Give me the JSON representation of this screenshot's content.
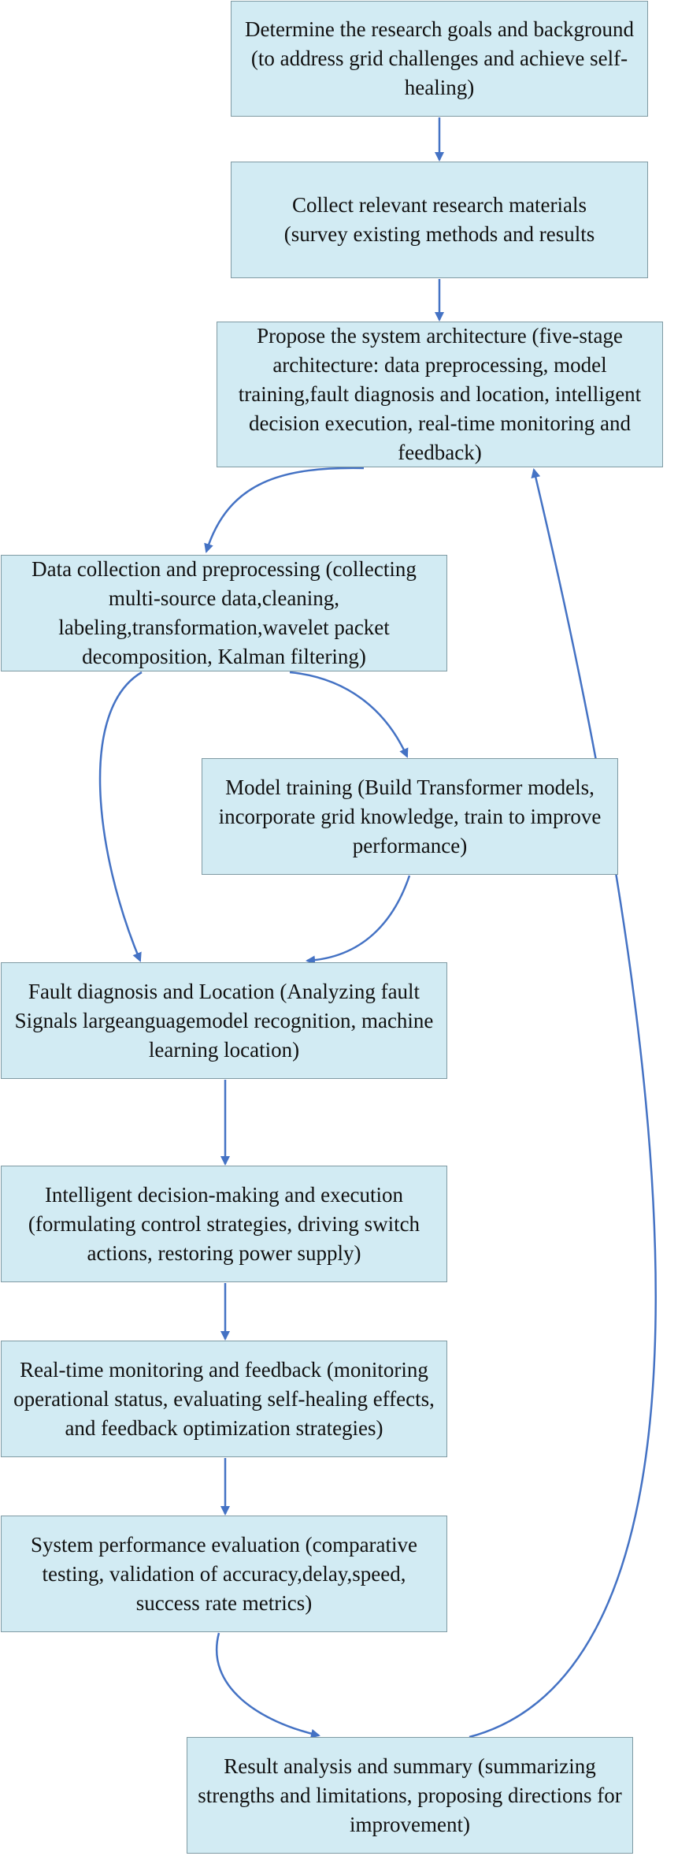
{
  "diagram": {
    "colors": {
      "box_fill": "#d2ebf3",
      "box_border": "#7f9aa3",
      "arrow": "#4472c4"
    },
    "nodes": [
      {
        "id": "goals",
        "text": "Determine the research goals and background (to address grid challenges and achieve self-healing)"
      },
      {
        "id": "materials",
        "text": "Collect relevant research materials (survey existing methods and results"
      },
      {
        "id": "architecture",
        "text": "Propose the system architecture (five-stage architecture: data preprocessing, model training,fault diagnosis and location, intelligent decision execution, real-time monitoring and feedback)"
      },
      {
        "id": "data-collection",
        "text": "Data collection and preprocessing (collecting multi-source data,cleaning, labeling,transformation,wavelet packet decomposition, Kalman filtering)"
      },
      {
        "id": "model-training",
        "text": "Model training (Build Transformer models, incorporate grid knowledge, train to improve performance)"
      },
      {
        "id": "fault-diagnosis",
        "text": "Fault diagnosis and Location (Analyzing fault Signals largeanguagemodel recognition, machine learning location)"
      },
      {
        "id": "decision",
        "text": "Intelligent decision-making and execution (formulating control strategies, driving switch actions, restoring power supply)"
      },
      {
        "id": "monitoring",
        "text": "Real-time monitoring and feedback (monitoring operational status, evaluating self-healing effects, and feedback optimization strategies)"
      },
      {
        "id": "evaluation",
        "text": "System performance evaluation (comparative testing, validation of accuracy,delay,speed, success rate metrics)"
      },
      {
        "id": "summary",
        "text": "Result analysis and summary (summarizing strengths and limitations, proposing directions for improvement)"
      }
    ],
    "edges": [
      {
        "from": "goals",
        "to": "materials"
      },
      {
        "from": "materials",
        "to": "architecture"
      },
      {
        "from": "architecture",
        "to": "data-collection"
      },
      {
        "from": "data-collection",
        "to": "model-training"
      },
      {
        "from": "data-collection",
        "to": "fault-diagnosis"
      },
      {
        "from": "model-training",
        "to": "fault-diagnosis"
      },
      {
        "from": "fault-diagnosis",
        "to": "decision"
      },
      {
        "from": "decision",
        "to": "monitoring"
      },
      {
        "from": "monitoring",
        "to": "evaluation"
      },
      {
        "from": "evaluation",
        "to": "summary"
      },
      {
        "from": "summary",
        "to": "architecture"
      }
    ]
  }
}
